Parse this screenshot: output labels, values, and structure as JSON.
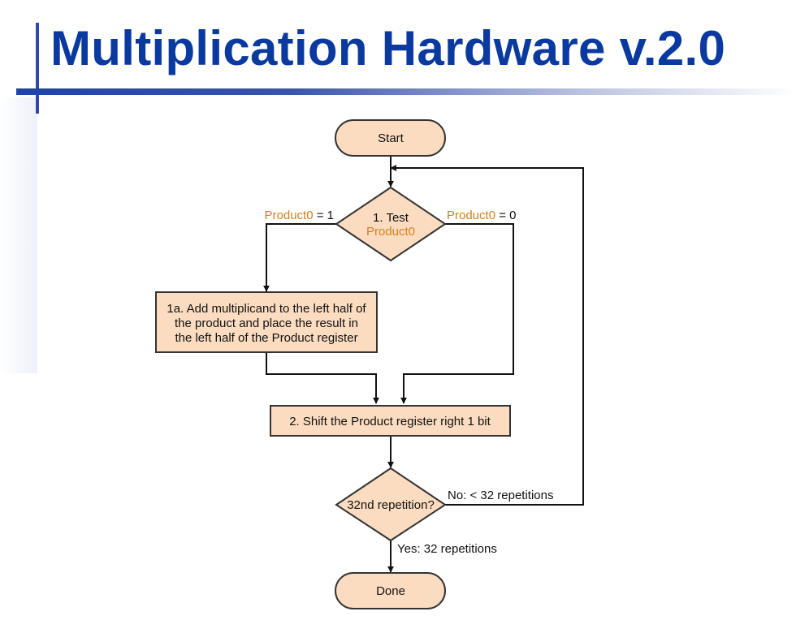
{
  "slide": {
    "title": "Multiplication Hardware v.2.0"
  },
  "flowchart": {
    "start": "Start",
    "test_line1": "1. Test",
    "test_line2": "Product0",
    "branch_left": {
      "var": "Product0",
      "rest": " = 1"
    },
    "branch_right": {
      "var": "Product0",
      "rest": " = 0"
    },
    "add_line1": "1a. Add multiplicand to the left half of",
    "add_line2": "the product and place the result in",
    "add_line3": "the left half of the Product register",
    "shift": "2. Shift the Product register right 1 bit",
    "repetition": "32nd repetition?",
    "no_label": "No:  < 32 repetitions",
    "yes_label": "Yes:  32 repetitions",
    "done": "Done"
  },
  "colors": {
    "title": "#0a3aa0",
    "accent_bar": "#2e4aa5",
    "box_fill": "#fbdcc0",
    "highlight": "#d4801a"
  }
}
